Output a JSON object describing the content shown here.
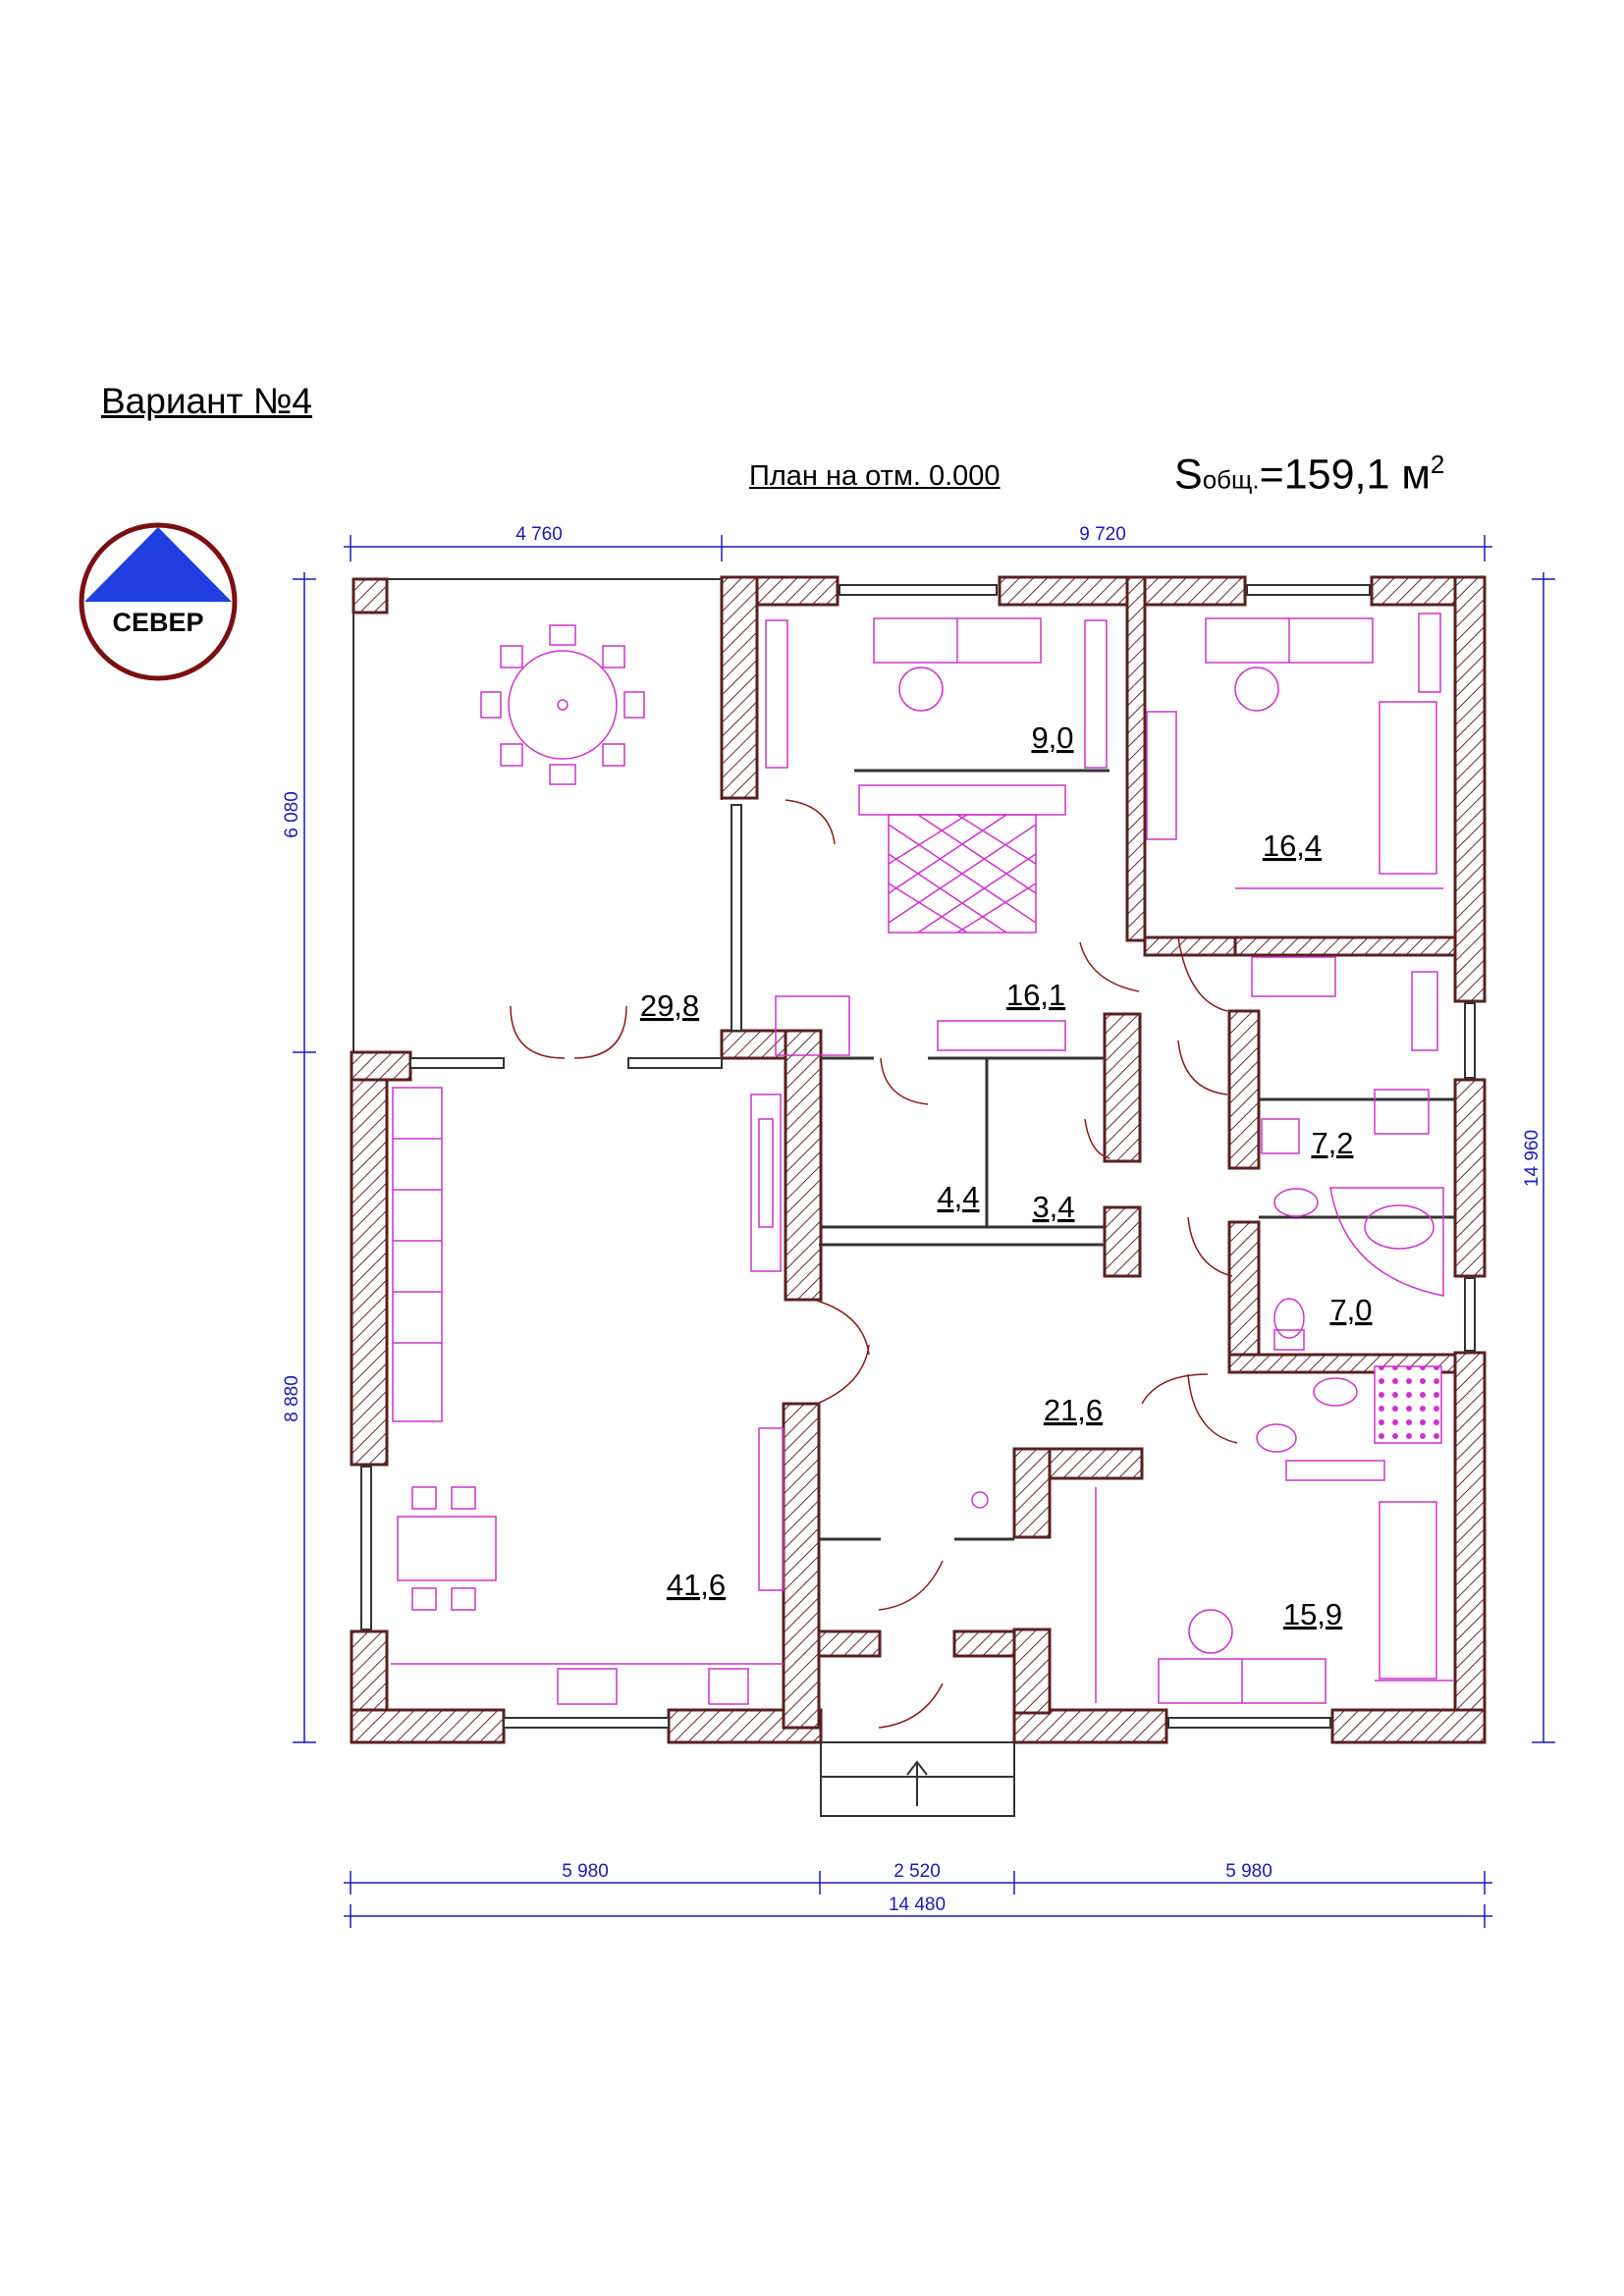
{
  "header": {
    "variant": "Вариант №4",
    "plan_title": "План на отм. 0.000",
    "area_prefix": "S",
    "area_sub": "общ.",
    "area_value": "=159,1 м",
    "area_sup": "2"
  },
  "compass": {
    "label": "СЕВЕР"
  },
  "dimensions": {
    "top_left": "4 760",
    "top_right": "9 720",
    "left_upper": "6 080",
    "left_lower": "8 880",
    "right_total": "14 960",
    "bottom_left": "5 980",
    "bottom_mid": "2 520",
    "bottom_right": "5 980",
    "bottom_total": "14 480"
  },
  "rooms": {
    "terrace": "29,8",
    "study_small": "9,0",
    "bedroom_main": "16,1",
    "bedroom_ne": "16,4",
    "closet_a": "4,4",
    "closet_b": "3,4",
    "bath_top": "7,2",
    "bath_mid": "7,0",
    "living_kitchen": "41,6",
    "hall": "21,6",
    "bedroom_se": "15,9"
  },
  "colors": {
    "wall_fill": "#ffffff",
    "wall_stroke": "#5a2020",
    "furniture": "#cc33cc",
    "dimension": "#1a1ab8",
    "compass_triangle": "#1f3fe0",
    "compass_ring": "#7a1010"
  }
}
